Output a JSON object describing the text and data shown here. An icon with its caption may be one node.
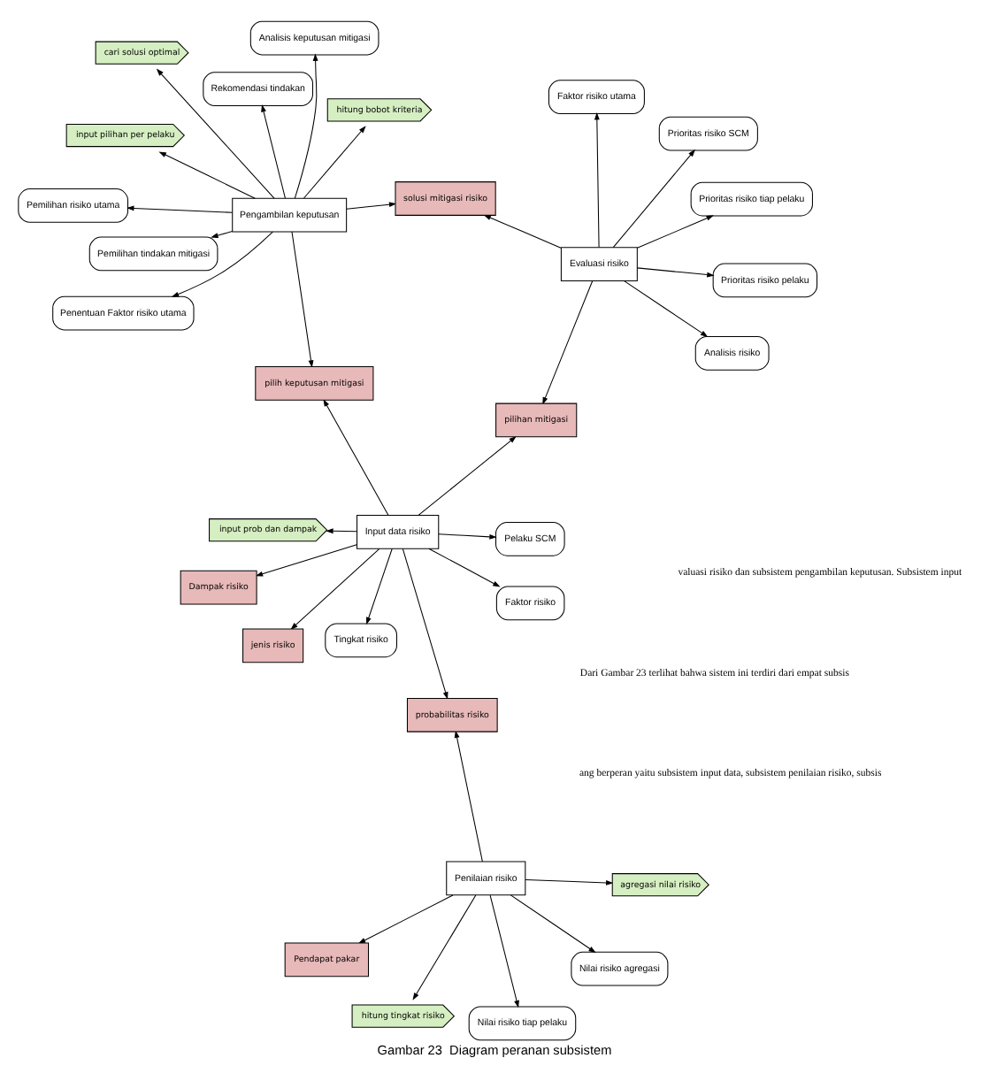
{
  "diagram": {
    "caption": "Gambar 23  Diagram peranan subsistem",
    "nodes": [
      {
        "text": [
          "Dampak risiko"
        ]
      },
      {
        "text": [
          "Faktor risiko"
        ]
      },
      {
        "text": [
          "jenis risiko"
        ]
      },
      {
        "text": [
          "Input data risiko"
        ]
      },
      {
        "text": [
          "Pelaku SCM"
        ]
      },
      {
        "text": [
          "input prob dan dampak"
        ]
      },
      {
        "text": [
          "pilihan mitigasi"
        ]
      },
      {
        "text": [
          "Tingkat risiko"
        ]
      },
      {
        "text": [
          "probabilitas risiko"
        ]
      },
      {
        "text": [
          "Prioritas risiko pelaku"
        ]
      },
      {
        "text": [
          "Analisis risiko"
        ]
      },
      {
        "text": [
          "Evaluasi risiko"
        ]
      },
      {
        "text": [
          "Prioritas risiko tiap pelaku"
        ]
      },
      {
        "text": [
          "Prioritas risiko SCM"
        ]
      },
      {
        "text": [
          "Faktor risiko utama"
        ]
      },
      {
        "text": [
          "solusi mitigasi risiko"
        ]
      },
      {
        "text": [
          "hitung bobot kriteria"
        ]
      },
      {
        "text": [
          "input pilihan per pelaku"
        ]
      },
      {
        "text": [
          "pilih keputusan mitigasi"
        ]
      },
      {
        "text": [
          "Pemilihan risiko utama"
        ]
      },
      {
        "text": [
          "hitung tingkat risiko"
        ]
      },
      {
        "text": [
          "Pendapat pakar"
        ]
      },
      {
        "text": [
          "Pengambilan keputusan"
        ]
      },
      {
        "text": [
          "Analisis keputusan mitigasi"
        ]
      },
      {
        "text": [
          "cari solusi optimal"
        ]
      },
      {
        "text": [
          "Nilai risiko tiap pelaku"
        ]
      },
      {
        "text": [
          "Penilaian risiko"
        ]
      },
      {
        "text": [
          "Pemilihan tindakan mitigasi"
        ]
      },
      {
        "text": [
          "Penentuan Faktor risiko utama"
        ]
      },
      {
        "text": [
          "Nilai risiko agregasi"
        ]
      },
      {
        "text": [
          "agregasi nilai risiko"
        ]
      },
      {
        "text": [
          "Rekomendasi tindakan"
        ]
      }
    ],
    "edges": [
      {
        "from": 3,
        "to": 0,
        "arrow": "to"
      },
      {
        "from": 3,
        "to": 1,
        "arrow": "to"
      },
      {
        "from": 3,
        "to": 2,
        "arrow": "to"
      },
      {
        "from": 3,
        "to": 4,
        "arrow": "to"
      },
      {
        "from": 3,
        "to": 5,
        "arrow": "to"
      },
      {
        "from": 3,
        "to": 6,
        "arrow": "to"
      },
      {
        "from": 3,
        "to": 7,
        "arrow": "to"
      },
      {
        "from": 3,
        "to": 8,
        "arrow": "to"
      },
      {
        "from": 3,
        "to": 18,
        "arrow": "to"
      },
      {
        "from": 11,
        "to": 9,
        "arrow": "to"
      },
      {
        "from": 11,
        "to": 10,
        "arrow": "to"
      },
      {
        "from": 11,
        "to": 12,
        "arrow": "to"
      },
      {
        "from": 11,
        "to": 13,
        "arrow": "to"
      },
      {
        "from": 11,
        "to": 14,
        "arrow": "to"
      },
      {
        "from": 11,
        "to": 6,
        "arrow": "to"
      },
      {
        "from": 11,
        "to": 15,
        "arrow": "to"
      },
      {
        "from": 22,
        "to": 15,
        "arrow": "to"
      },
      {
        "from": 22,
        "to": 16,
        "arrow": "to"
      },
      {
        "from": 22,
        "to": 17,
        "arrow": "to"
      },
      {
        "from": 22,
        "to": 18,
        "arrow": "to"
      },
      {
        "from": 22,
        "to": 19,
        "arrow": "to"
      },
      {
        "from": 22,
        "to": 23,
        "arrow": "to"
      },
      {
        "from": 22,
        "to": 24,
        "arrow": "to"
      },
      {
        "from": 22,
        "to": 27,
        "arrow": "to"
      },
      {
        "from": 22,
        "to": 28,
        "arrow": "to"
      },
      {
        "from": 22,
        "to": 31,
        "arrow": "to"
      },
      {
        "from": 26,
        "to": 8,
        "arrow": "to"
      },
      {
        "from": 26,
        "to": 20,
        "arrow": "to"
      },
      {
        "from": 26,
        "to": 21,
        "arrow": "to"
      },
      {
        "from": 26,
        "to": 25,
        "arrow": "to"
      },
      {
        "from": 26,
        "to": 29,
        "arrow": "to"
      },
      {
        "from": 26,
        "to": 30,
        "arrow": "to"
      }
    ],
    "labels": [
      "Dari Gambar 23 terlihat bahwa sistem ini terdiri dari empat subsis",
      "ang berperan yaitu subsistem input data, subsistem penilaian risiko, subsis",
      "valuasi risiko dan subsistem pengambilan keputusan. Subsistem input"
    ]
  }
}
